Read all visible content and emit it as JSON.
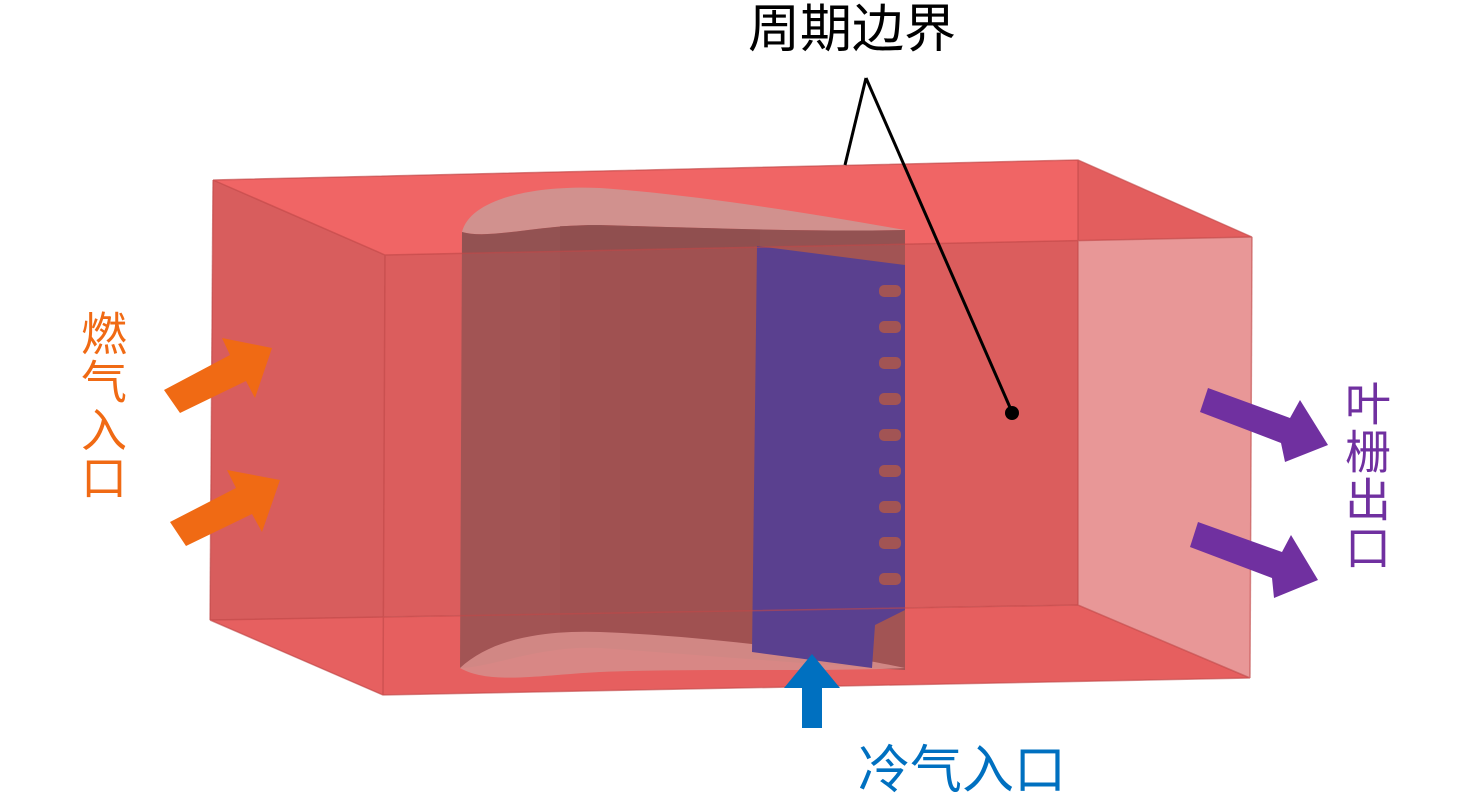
{
  "labels": {
    "periodic_boundary": "周期边界",
    "gas_inlet": "燃气入口",
    "cascade_outlet": "叶栅出口",
    "coolant_inlet": "冷气入口"
  },
  "colors": {
    "domain_front": "#dc5a5a",
    "domain_top": "#f06464",
    "domain_side": "#c85252",
    "blade": "#8f5050",
    "blade_cap": "#d49a96",
    "cooling_insert": "#3a3a9c",
    "gas_inlet": "#f06a14",
    "cascade_outlet": "#7030a0",
    "coolant_inlet": "#0070c0",
    "annotation": "#000000"
  },
  "icons": {
    "gas_inlet_arrows": "arrow-up-right-icon",
    "outlet_arrows": "arrow-down-right-icon",
    "coolant_arrow": "arrow-up-icon"
  }
}
